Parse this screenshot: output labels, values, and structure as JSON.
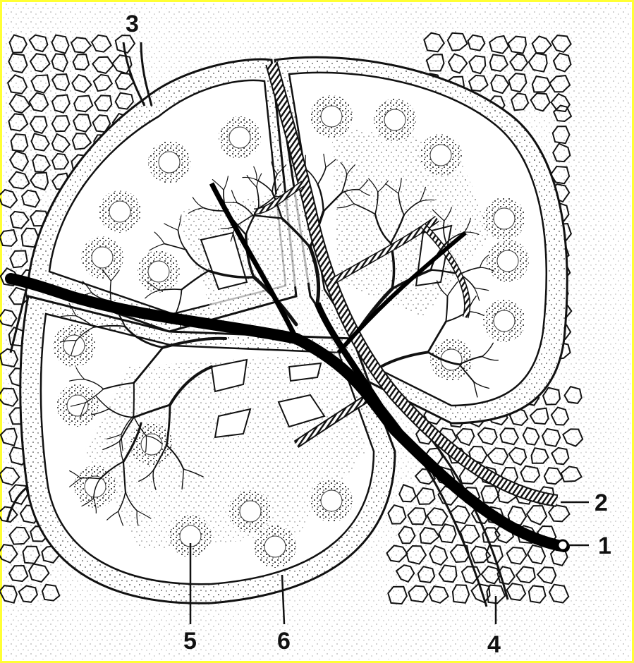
{
  "labels": {
    "l1": "1",
    "l2": "2",
    "l3": "3",
    "l4": "4",
    "l5": "5",
    "l6": "6"
  },
  "colors": {
    "frame": "#ffff33",
    "ink": "#111111",
    "paper": "#ffffff"
  }
}
